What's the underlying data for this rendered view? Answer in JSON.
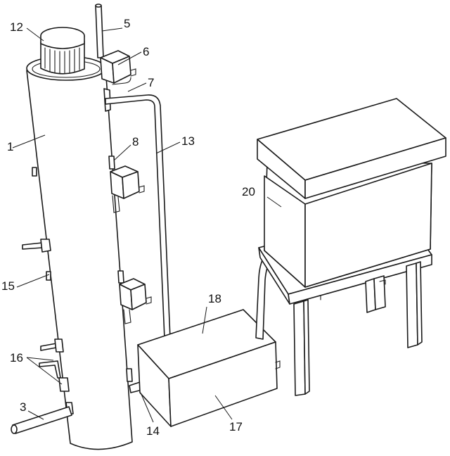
{
  "labels": {
    "l1": "1",
    "l3": "3",
    "l5": "5",
    "l6": "6",
    "l7": "7",
    "l8": "8",
    "l12": "12",
    "l13": "13",
    "l14": "14",
    "l15": "15",
    "l16": "16",
    "l17": "17",
    "l18": "18",
    "l20": "20"
  }
}
